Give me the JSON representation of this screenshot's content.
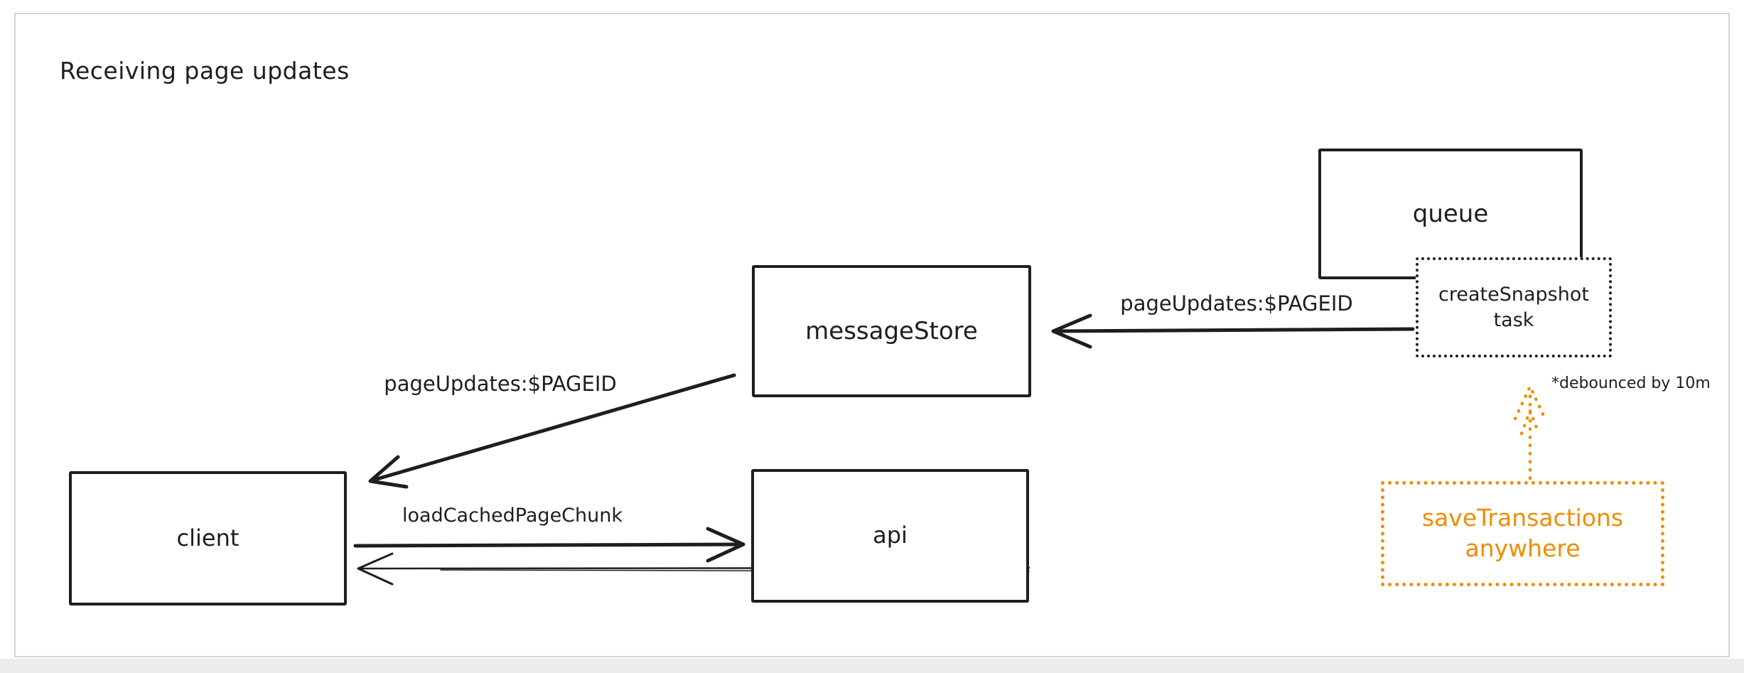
{
  "title": "Receiving page updates",
  "colors": {
    "ink": "#1e1e1e",
    "accent_orange": "#f08c00",
    "frame_border": "#d4d4d4",
    "canvas_bg": "#ffffff"
  },
  "nodes": {
    "queue": {
      "label": "queue",
      "style": "solid"
    },
    "create_snapshot_task": {
      "line1": "createSnapshot",
      "line2": "task",
      "style": "dotted"
    },
    "message_store": {
      "label": "messageStore",
      "style": "solid"
    },
    "client": {
      "label": "client",
      "style": "solid"
    },
    "api": {
      "label": "api",
      "style": "solid"
    },
    "save_transactions": {
      "line1": "saveTransactions",
      "line2": "anywhere",
      "style": "dotted-orange"
    }
  },
  "edges": {
    "create_snapshot_to_message_store": {
      "label": "pageUpdates:$PAGEID",
      "direction": "left"
    },
    "message_store_to_client": {
      "label": "pageUpdates:$PAGEID",
      "direction": "down-left"
    },
    "client_to_api": {
      "label": "loadCachedPageChunk",
      "direction": "right"
    },
    "api_to_client": {
      "label": "",
      "direction": "left"
    },
    "save_transactions_to_create_snapshot": {
      "annotation": "*debounced by 10m",
      "direction": "up",
      "style": "dotted-orange"
    }
  }
}
